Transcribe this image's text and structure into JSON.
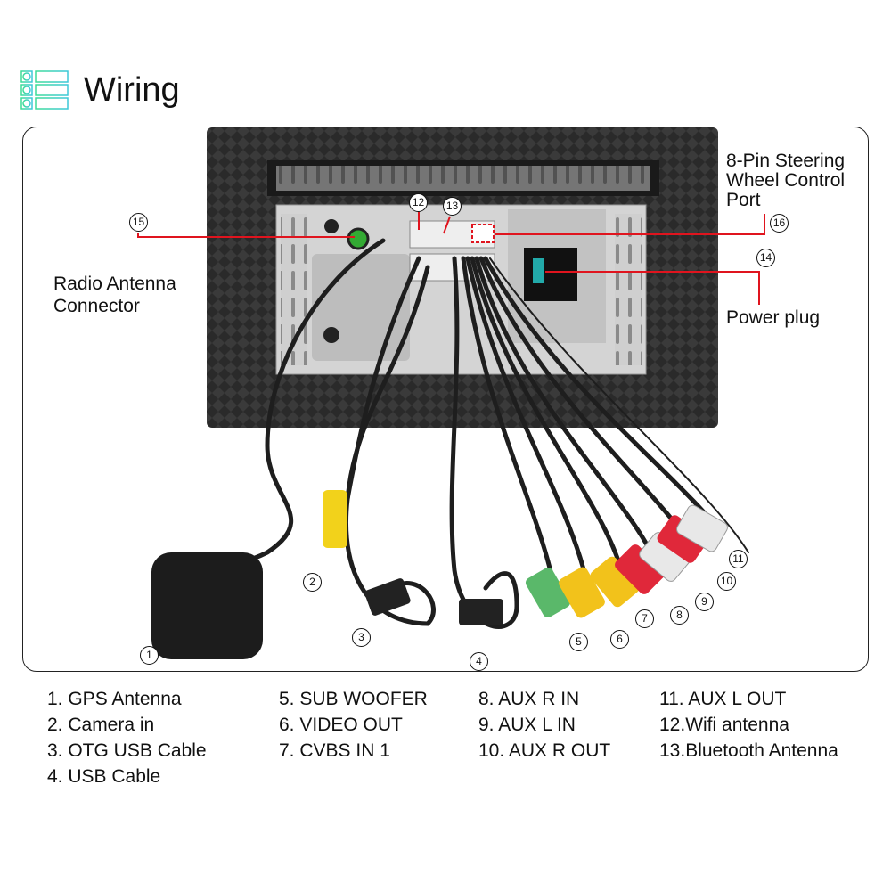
{
  "header": {
    "title": "Wiring",
    "icon": "list-icon",
    "accent": "#3ddc97"
  },
  "callouts": {
    "steering_port": [
      "8-Pin Steering",
      "Wheel Control",
      "Port"
    ],
    "radio_antenna": [
      "Radio Antenna",
      "Connector"
    ],
    "power_plug": "Power plug"
  },
  "markers": [
    "1",
    "2",
    "3",
    "4",
    "5",
    "6",
    "7",
    "8",
    "9",
    "10",
    "11",
    "12",
    "13",
    "14",
    "15",
    "16"
  ],
  "legend": {
    "col1": [
      "1. GPS Antenna",
      "2. Camera in",
      "3. OTG USB Cable",
      "4. USB Cable"
    ],
    "col2": [
      "5. SUB WOOFER",
      "6. VIDEO OUT",
      "7. CVBS IN 1"
    ],
    "col3": [
      "8. AUX R IN",
      "9. AUX L IN",
      "10. AUX R OUT"
    ],
    "col4": [
      "11. AUX L OUT",
      "12.Wifi antenna",
      "13.Bluetooth Antenna"
    ]
  },
  "colors": {
    "callout_line": "#e0141e",
    "device": "#2b2b2b",
    "chassis": "#c9c9c9"
  }
}
